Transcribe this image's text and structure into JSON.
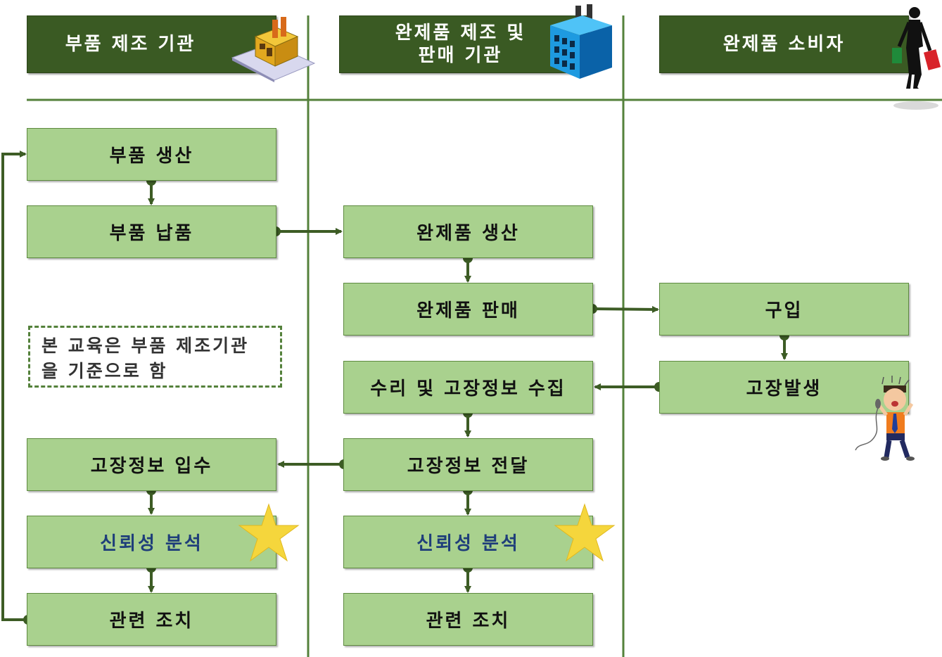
{
  "colors": {
    "header_bg": "#3a5a23",
    "box_bg": "#a9d18e",
    "line": "#3d5c25",
    "highlight_text": "#1f3e7a",
    "star": "#f5d63c"
  },
  "headers": {
    "parts_maker": "부품 제조 기관",
    "product_maker": "완제품 제조 및\n판매 기관",
    "consumer": "완제품 소비자"
  },
  "icons": {
    "parts_maker": "factory-icon",
    "product_maker": "building-icon",
    "consumer": "shopper-icon",
    "failure": "angry-person-icon",
    "highlight": "star-icon"
  },
  "boxes": {
    "parts_production": "부품 생산",
    "parts_delivery": "부품 납품",
    "failure_info_receipt": "고장정보 입수",
    "reliability_analysis_1": "신뢰성 분석",
    "related_action_1": "관련 조치",
    "product_production": "완제품 생산",
    "product_sales": "완제품 판매",
    "repair_collect": "수리 및 고장정보 수집",
    "failure_info_transfer": "고장정보 전달",
    "reliability_analysis_2": "신뢰성 분석",
    "related_action_2": "관련 조치",
    "purchase": "구입",
    "failure_occurrence": "고장발생"
  },
  "note": "본 교육은 부품 제조기관\n을 기준으로 함"
}
